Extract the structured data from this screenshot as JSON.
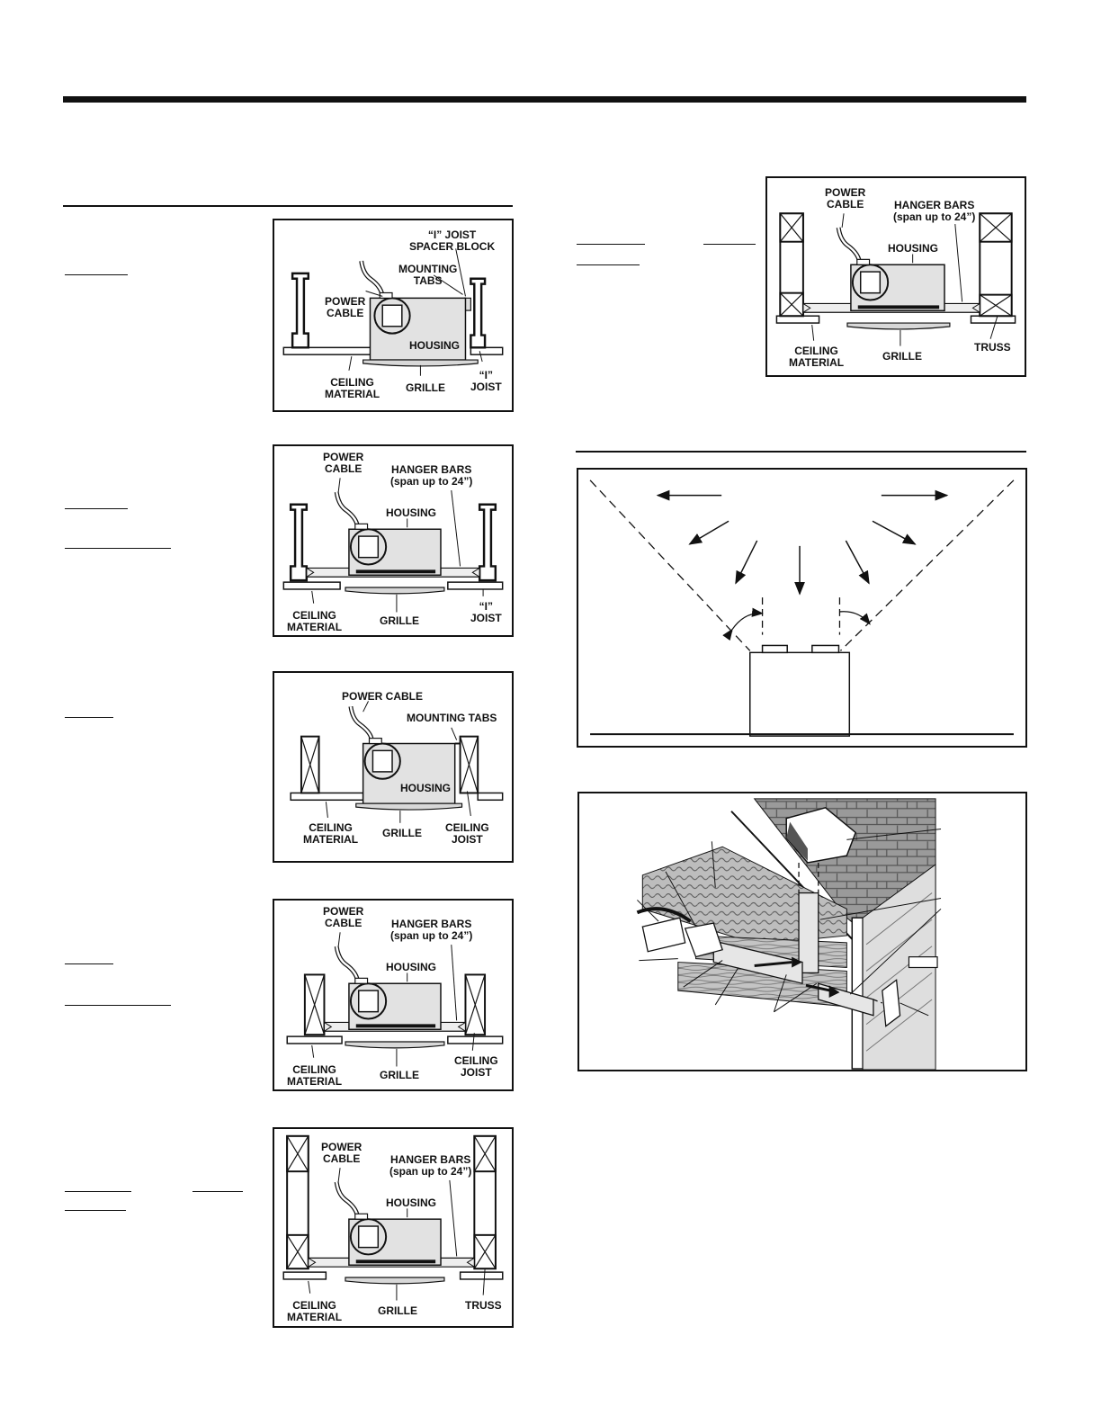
{
  "panels": {
    "p1": {
      "labels": {
        "i_joist_spacer_1": "“I” JOIST",
        "i_joist_spacer_2": "SPACER BLOCK",
        "mounting_1": "MOUNTING",
        "mounting_2": "TABS",
        "power_1": "POWER",
        "power_2": "CABLE",
        "housing": "HOUSING",
        "ceiling_1": "CEILING",
        "ceiling_2": "MATERIAL",
        "grille": "GRILLE",
        "joist_1": "“I”",
        "joist_2": "JOIST"
      }
    },
    "p2": {
      "labels": {
        "power_1": "POWER",
        "power_2": "CABLE",
        "hanger_1": "HANGER BARS",
        "hanger_2": "(span up to 24”)",
        "housing": "HOUSING",
        "ceiling_1": "CEILING",
        "ceiling_2": "MATERIAL",
        "grille": "GRILLE",
        "joist_1": "“I”",
        "joist_2": "JOIST"
      }
    },
    "p3": {
      "labels": {
        "power": "POWER CABLE",
        "mounting": "MOUNTING TABS",
        "housing": "HOUSING",
        "ceiling_1": "CEILING",
        "ceiling_2": "MATERIAL",
        "grille": "GRILLE",
        "joist_1": "CEILING",
        "joist_2": "JOIST"
      }
    },
    "p4": {
      "labels": {
        "power_1": "POWER",
        "power_2": "CABLE",
        "hanger_1": "HANGER BARS",
        "hanger_2": "(span up to 24”)",
        "housing": "HOUSING",
        "ceiling_1": "CEILING",
        "ceiling_2": "MATERIAL",
        "grille": "GRILLE",
        "joist_1": "CEILING",
        "joist_2": "JOIST"
      }
    },
    "p5": {
      "labels": {
        "power_1": "POWER",
        "power_2": "CABLE",
        "hanger_1": "HANGER BARS",
        "hanger_2": "(span up to 24”)",
        "housing": "HOUSING",
        "ceiling_1": "CEILING",
        "ceiling_2": "MATERIAL",
        "grille": "GRILLE",
        "truss": "TRUSS"
      }
    },
    "p6": {
      "labels": {
        "power_1": "POWER",
        "power_2": "CABLE",
        "hanger_1": "HANGER BARS",
        "hanger_2": "(span up to 24”)",
        "housing": "HOUSING",
        "ceiling_1": "CEILING",
        "ceiling_2": "MATERIAL",
        "grille": "GRILLE",
        "truss": "TRUSS"
      }
    }
  },
  "icons": {
    "fan_housing": "fan-housing-icon",
    "joist": "i-joist-icon",
    "truss": "truss-icon",
    "airflow": "airflow-arrows-icon",
    "roof_vent": "roof-vent-illustration"
  }
}
